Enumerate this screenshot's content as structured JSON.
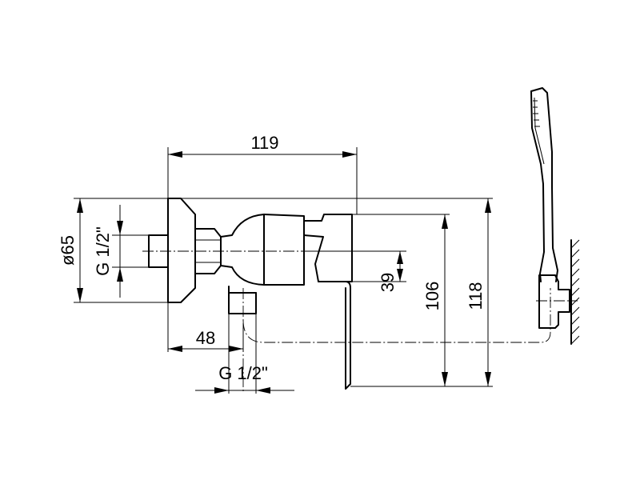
{
  "dimensions": {
    "width_top": "119",
    "flange_diameter": "ø65",
    "inlet_thread": "G 1/2\"",
    "inlet_offset": "48",
    "outlet_thread": "G 1/2\"",
    "lever_height": "39",
    "height_to_lever_end": "106",
    "total_height": "118"
  }
}
